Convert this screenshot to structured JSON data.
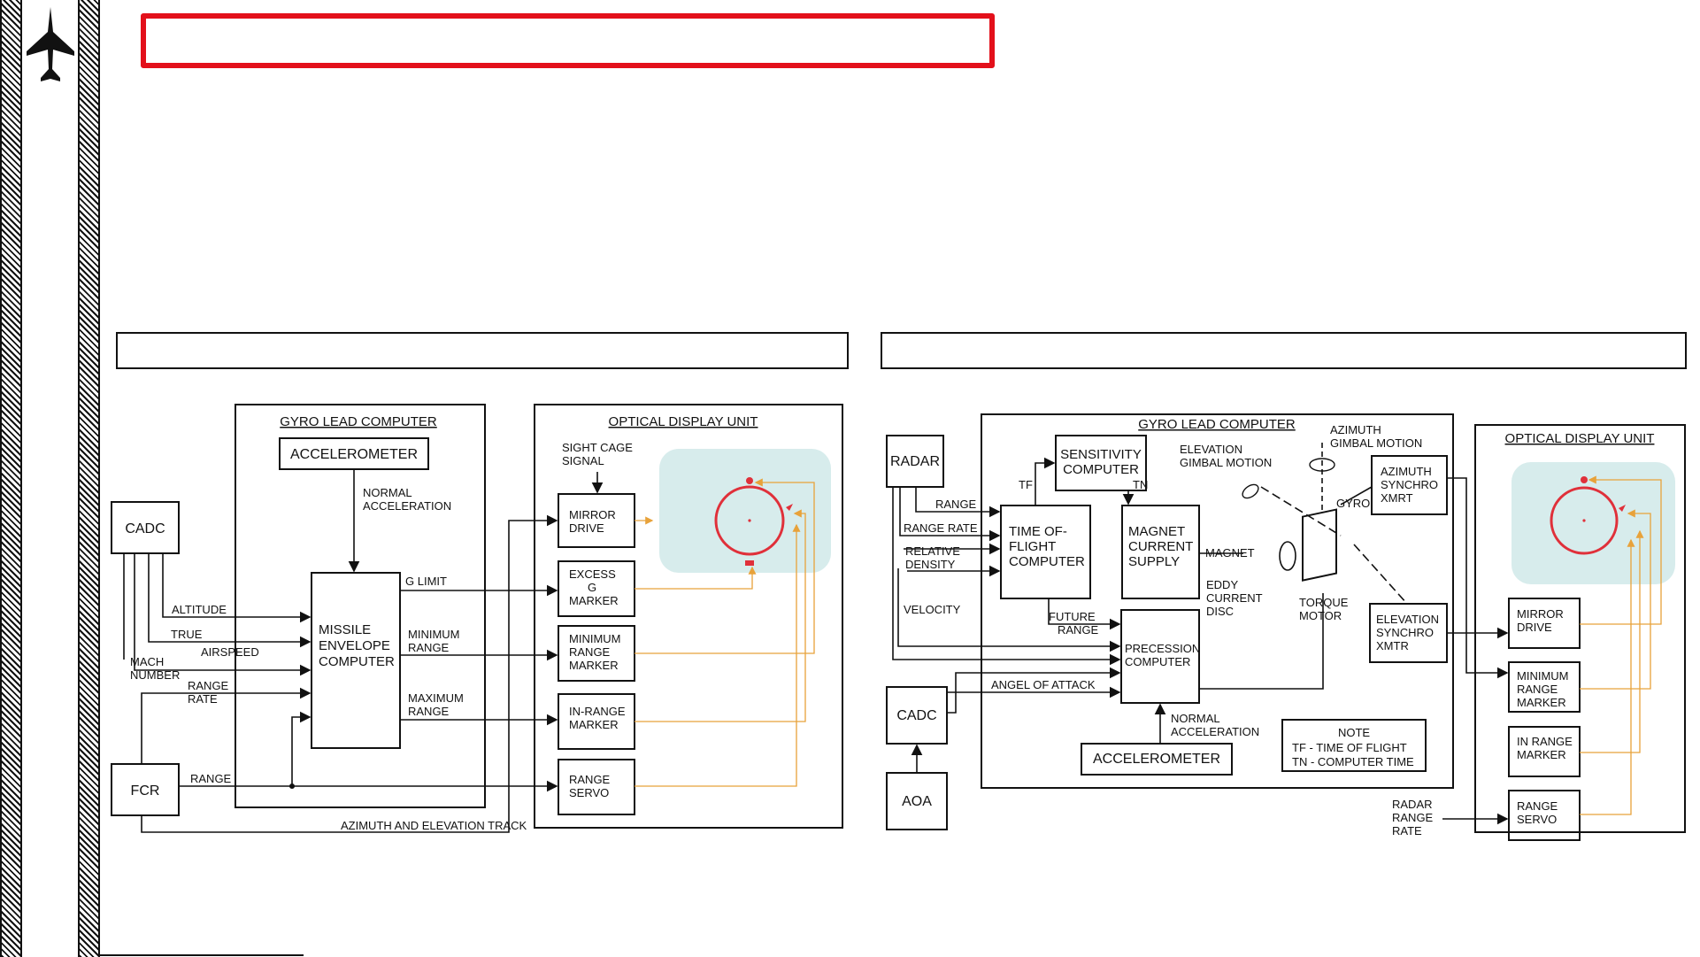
{
  "left_diagram": {
    "gyro_title": "GYRO LEAD COMPUTER",
    "odu_title": "OPTICAL DISPLAY UNIT",
    "accelerometer": "ACCELEROMETER",
    "normal_accel": [
      "NORMAL",
      "ACCELERATION"
    ],
    "sight_cage": [
      "SIGHT  CAGE",
      "SIGNAL"
    ],
    "cadc": "CADC",
    "fcr": "FCR",
    "altitude": "ALTITUDE",
    "true_airspeed": [
      "TRUE",
      "AIRSPEED"
    ],
    "mach_number": [
      "MACH",
      "NUMBER"
    ],
    "range_rate": [
      "RANGE",
      "RATE"
    ],
    "range": "RANGE",
    "missile_env": [
      "MISSILE",
      "ENVELOPE",
      "COMPUTER"
    ],
    "g_limit": "G LIMIT",
    "min_range": [
      "MINIMUM",
      "RANGE"
    ],
    "max_range": [
      "MAXIMUM",
      "RANGE"
    ],
    "mirror_drive": [
      "MIRROR",
      "DRIVE"
    ],
    "excess_g": [
      "EXCESS",
      "G",
      "MARKER"
    ],
    "min_range_marker": [
      "MINIMUM",
      "RANGE",
      "MARKER"
    ],
    "in_range_marker": [
      "IN-RANGE",
      "MARKER"
    ],
    "range_servo": [
      "RANGE",
      "SERVO"
    ],
    "az_el_track": "AZIMUTH AND ELEVATION TRACK"
  },
  "right_diagram": {
    "gyro_title": "GYRO LEAD COMPUTER",
    "odu_title": "OPTICAL DISPLAY UNIT",
    "radar": "RADAR",
    "range": "RANGE",
    "range_rate": "RANGE RATE",
    "relative_density": [
      "RELATIVE",
      "DENSITY"
    ],
    "velocity": "VELOCITY",
    "cadc": "CADC",
    "aoa": "AOA",
    "sensitivity": [
      "SENSITIVITY",
      "COMPUTER"
    ],
    "tf": "TF",
    "tn": "TN",
    "tof": [
      "TIME OF-",
      "FLIGHT",
      "COMPUTER"
    ],
    "magnet_supply": [
      "MAGNET",
      "CURRENT",
      "SUPPLY"
    ],
    "magnet": "MAGNET",
    "elevation_gimbal": [
      "ELEVATION",
      "GIMBAL MOTION"
    ],
    "azimuth_gimbal": [
      "AZIMUTH",
      "GIMBAL MOTION"
    ],
    "gyro": "GYRO",
    "eddy": [
      "EDDY",
      "CURRENT",
      "DISC"
    ],
    "torque_motor": [
      "TORQUE",
      "MOTOR"
    ],
    "future_range": [
      "FUTURE",
      "RANGE"
    ],
    "precession": [
      "PRECESSION",
      "COMPUTER"
    ],
    "angle_of_attack": "ANGEL OF ATTACK",
    "normal_accel": [
      "NORMAL",
      "ACCELERATION"
    ],
    "accelerometer": "ACCELEROMETER",
    "az_synchro": [
      "AZIMUTH",
      "SYNCHRO",
      "XMRT"
    ],
    "el_synchro": [
      "ELEVATION",
      "SYNCHRO",
      "XMTR"
    ],
    "note_title": "NOTE",
    "note_tf": "TF - TIME OF FLIGHT",
    "note_tn": "TN - COMPUTER TIME",
    "mirror_drive": [
      "MIRROR",
      "DRIVE"
    ],
    "min_range_marker": [
      "MINIMUM",
      "RANGE",
      "MARKER"
    ],
    "in_range_marker": [
      "IN RANGE",
      "MARKER"
    ],
    "range_servo": [
      "RANGE",
      "SERVO"
    ],
    "radar_range_rate": [
      "RADAR",
      "RANGE",
      "RATE"
    ]
  },
  "colors": {
    "title_border": "#e3101b",
    "reticle": "#e0303a",
    "feedback_line": "#e8a23a",
    "display_bg": "#d7ecec"
  }
}
